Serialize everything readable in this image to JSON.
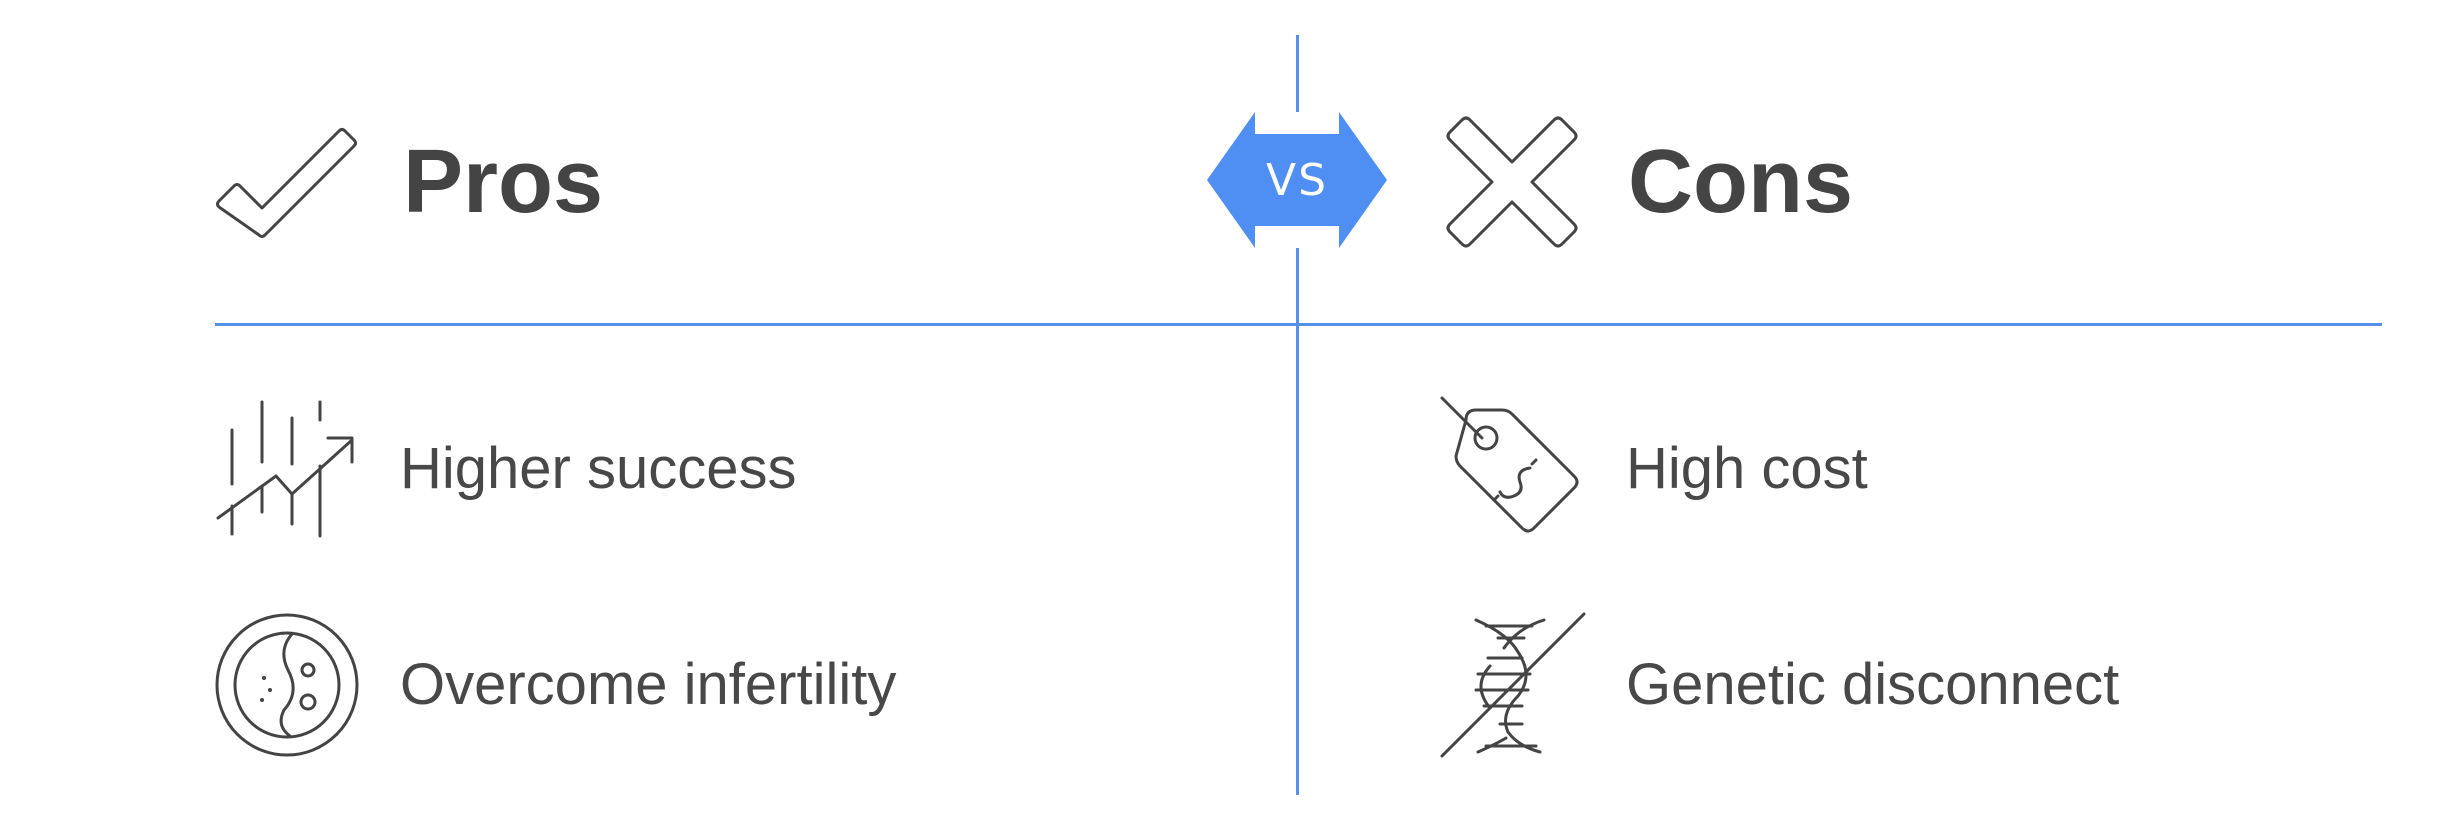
{
  "badge": {
    "text": "VS",
    "color": "#4f8ef2"
  },
  "pros": {
    "title": "Pros",
    "items": [
      {
        "label": "Higher success",
        "icon": "growth-chart-icon"
      },
      {
        "label": "Overcome infertility",
        "icon": "embryo-cell-icon"
      }
    ]
  },
  "cons": {
    "title": "Cons",
    "items": [
      {
        "label": "High cost",
        "icon": "price-tag-icon"
      },
      {
        "label": "Genetic disconnect",
        "icon": "dna-crossed-icon"
      }
    ]
  },
  "colors": {
    "accent": "#4f8ef2",
    "divider": "#5591ea",
    "text": "#484848"
  }
}
